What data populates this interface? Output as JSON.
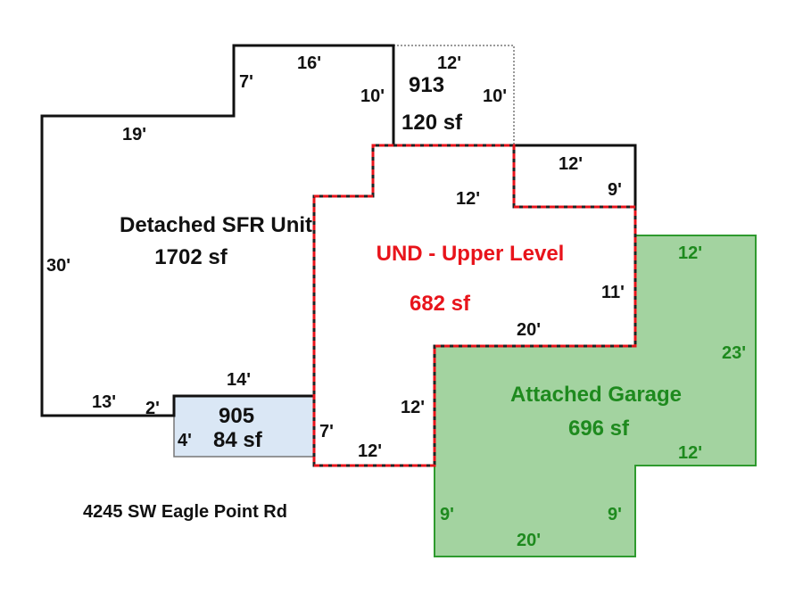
{
  "colors": {
    "upper_level": "#e8141b",
    "garage_fill": "#a3d3a0",
    "garage_stroke": "#2e9a2e",
    "porch_fill": "#dae7f5",
    "outline": "#111111"
  },
  "sfr": {
    "name": "Detached SFR Unit",
    "area": "1702 sf",
    "dims": {
      "top_left": "19'",
      "left": "30'",
      "step": "7'",
      "top": "16'",
      "bottom": "13'",
      "jog": "2'"
    }
  },
  "room913": {
    "id": "913",
    "area": "120 sf",
    "dims": {
      "top": "12'",
      "left": "10'",
      "right": "10'"
    }
  },
  "room905": {
    "id": "905",
    "area": "84 sf",
    "dims": {
      "top": "14'",
      "left": "4'"
    }
  },
  "upper": {
    "name": "UND - Upper Level",
    "area": "682 sf",
    "dims": {
      "ne_top": "12'",
      "ne_side": "9'",
      "inner_top": "12'",
      "right": "11'",
      "bottom_step": "20'",
      "left": "7'",
      "bottom": "12'",
      "inner_right": "12'"
    }
  },
  "garage": {
    "name": "Attached Garage",
    "area": "696 sf",
    "dims": {
      "top": "12'",
      "right": "23'",
      "notch": "12'",
      "left": "9'",
      "inner": "9'",
      "bottom": "20'"
    }
  },
  "address": "4245 SW Eagle Point Rd"
}
